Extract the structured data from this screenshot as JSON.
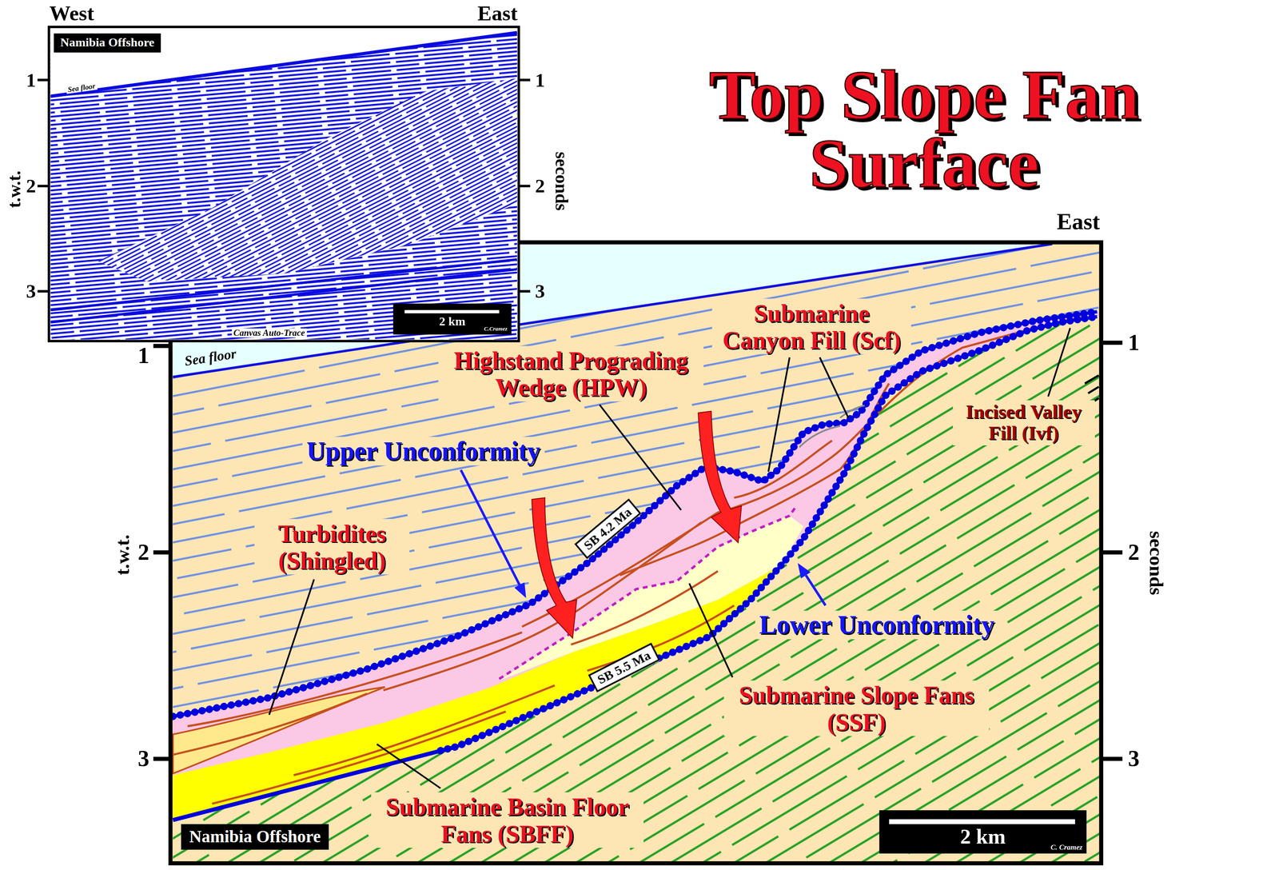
{
  "diagram": {
    "title": "Top Slope Fan Surface",
    "nodes": [
      {
        "text": [
          "Namibia Offshore"
        ]
      },
      {
        "text": [
          "2 km",
          "C.Cramez"
        ]
      },
      {
        "text": [
          "SB 4.2 Ma"
        ]
      },
      {
        "text": [
          "SB 5.5 Ma"
        ]
      },
      {
        "text": [
          "Namibia Offshore"
        ]
      },
      {
        "text": [
          "2 km",
          "C. Cramez"
        ]
      }
    ],
    "labels": [
      "West",
      "East",
      "1",
      "2",
      "3",
      "1",
      "2",
      "3",
      "t.w.t.",
      "seconds",
      "Sea floor",
      "Canvas Auto-Trace",
      "East",
      "Sea floor",
      "1",
      "2",
      "3",
      "1",
      "2",
      "3",
      "t.w.t.",
      "seconds",
      "Submarine Canyon Fill (Scf)",
      "Highstand Prograding Wedge (HPW)",
      "Upper Unconformity",
      "Turbidites (Shingled)",
      "Submarine Slope Fans (SSF)",
      "Lower Unconformity",
      "Submarine Basin Floor Fans (SBFF)",
      "Incised Valley Fill (Ivf)"
    ]
  }
}
